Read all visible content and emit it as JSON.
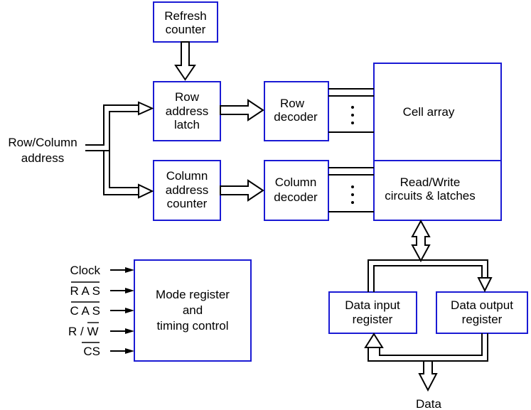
{
  "blocks": {
    "refresh_counter": [
      "Refresh",
      "counter"
    ],
    "row_address_latch": [
      "Row",
      "address",
      "latch"
    ],
    "column_address_counter": [
      "Column",
      "address",
      "counter"
    ],
    "row_decoder": [
      "Row",
      "decoder"
    ],
    "column_decoder": [
      "Column",
      "decoder"
    ],
    "cell_array": [
      "Cell array"
    ],
    "read_write": [
      "Read/Write",
      "circuits & latches"
    ],
    "mode_register": [
      "Mode register",
      "and",
      "timing control"
    ],
    "data_input": [
      "Data input",
      "register"
    ],
    "data_output": [
      "Data output",
      "register"
    ]
  },
  "inputs": {
    "row_column_address": [
      "Row/Column",
      "address"
    ],
    "data": "Data"
  },
  "control_signals": {
    "clock": "Clock",
    "ras": "R A S",
    "cas": "C A S",
    "rw_prefix": "R / ",
    "rw_bar": "W",
    "cs": "CS"
  },
  "colors": {
    "block_border": "#1a1ad4",
    "text": "#000000",
    "wire": "#000000"
  }
}
